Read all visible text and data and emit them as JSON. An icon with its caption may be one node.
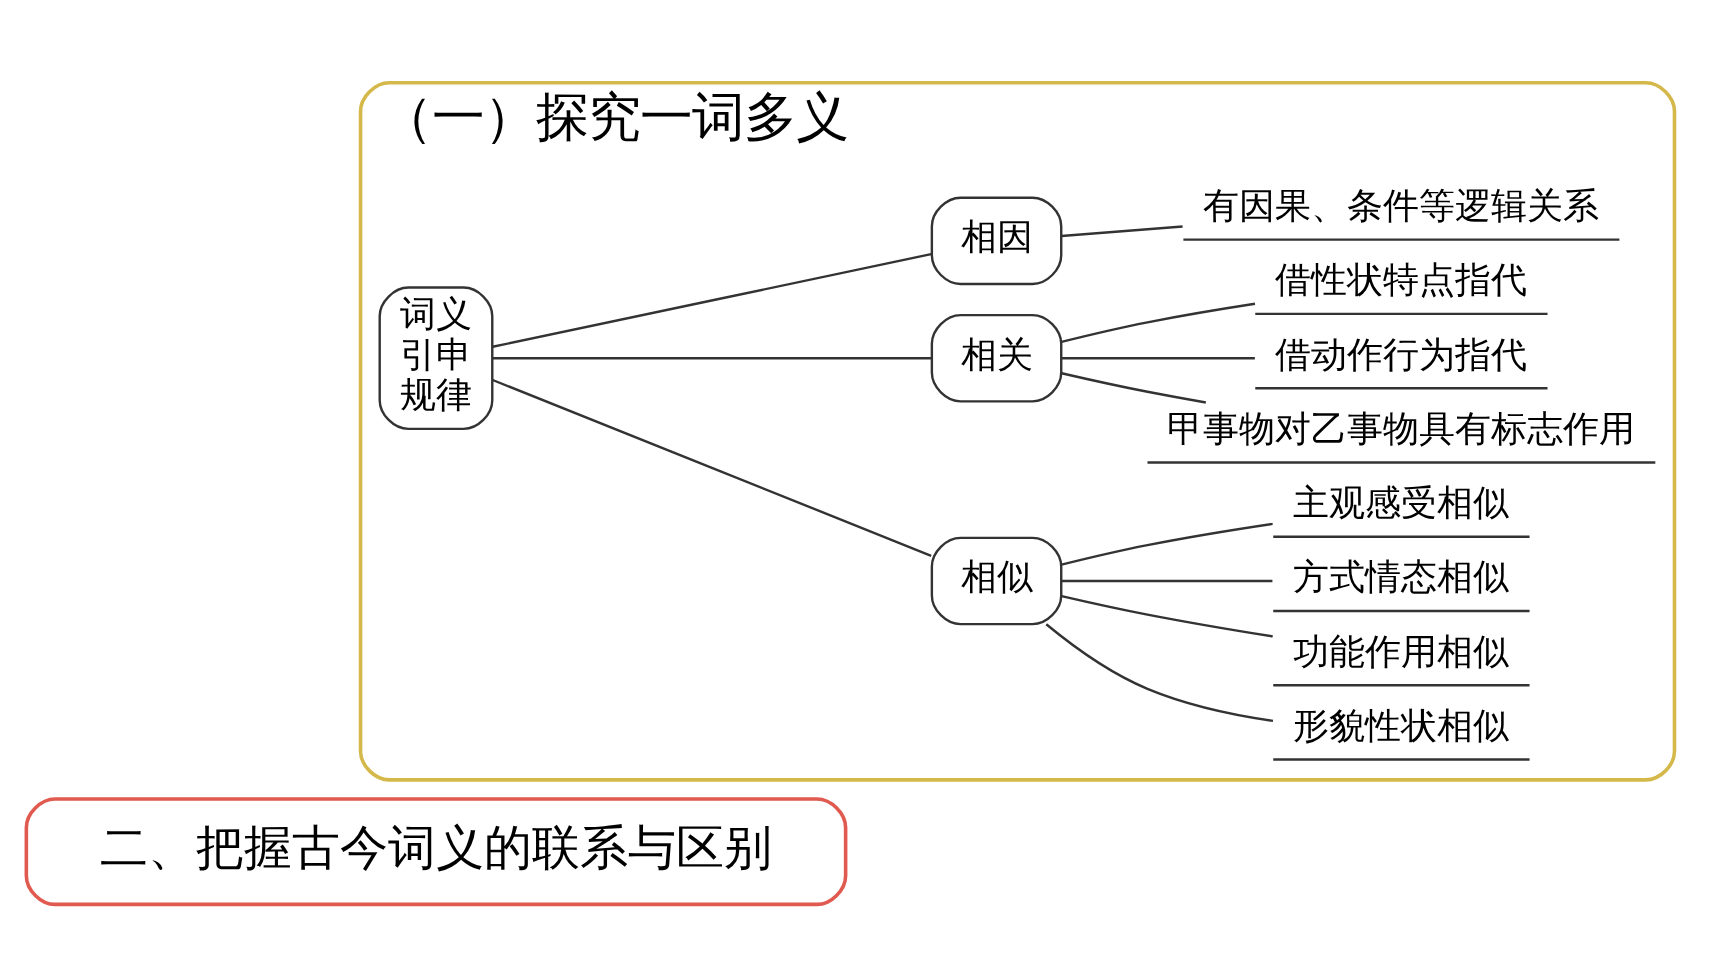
{
  "diagram": {
    "nodes": [
      {
        "text": [
          "二、把握古今词义的联系与区别"
        ]
      },
      {
        "text": [
          "（一）探究一词多义"
        ]
      },
      {
        "text": [
          "词义引申规律"
        ],
        "in": 1
      },
      {
        "text": [
          "相似"
        ],
        "in": 1
      },
      {
        "text": [
          "相关"
        ],
        "in": 1
      },
      {
        "text": [
          "相因"
        ],
        "in": 1
      },
      {
        "text": [
          "形貌性状相似"
        ],
        "in": 1
      },
      {
        "text": [
          "功能作用相似"
        ],
        "in": 1
      },
      {
        "text": [
          "方式情态相似"
        ],
        "in": 1
      },
      {
        "text": [
          "主观感受相似"
        ],
        "in": 1
      },
      {
        "text": [
          "甲事物对乙事物具有标志作用"
        ],
        "in": 1
      },
      {
        "text": [
          "借动作行为指代"
        ],
        "in": 1
      },
      {
        "text": [
          "借性状特点指代"
        ],
        "in": 1
      },
      {
        "text": [
          "有因果、条件等逻辑关系"
        ],
        "in": 1
      }
    ],
    "edges": [
      {
        "from": 2,
        "to": 3,
        "arrow": "none"
      },
      {
        "from": 2,
        "to": 4,
        "arrow": "none"
      },
      {
        "from": 2,
        "to": 5,
        "arrow": "none"
      },
      {
        "from": 3,
        "to": 6,
        "arrow": "none"
      },
      {
        "from": 3,
        "to": 7,
        "arrow": "none"
      },
      {
        "from": 3,
        "to": 8,
        "arrow": "none"
      },
      {
        "from": 3,
        "to": 9,
        "arrow": "none"
      },
      {
        "from": 4,
        "to": 10,
        "arrow": "none"
      },
      {
        "from": 4,
        "to": 11,
        "arrow": "none"
      },
      {
        "from": 4,
        "to": 12,
        "arrow": "none"
      },
      {
        "from": 5,
        "to": 13,
        "arrow": "none"
      }
    ]
  }
}
